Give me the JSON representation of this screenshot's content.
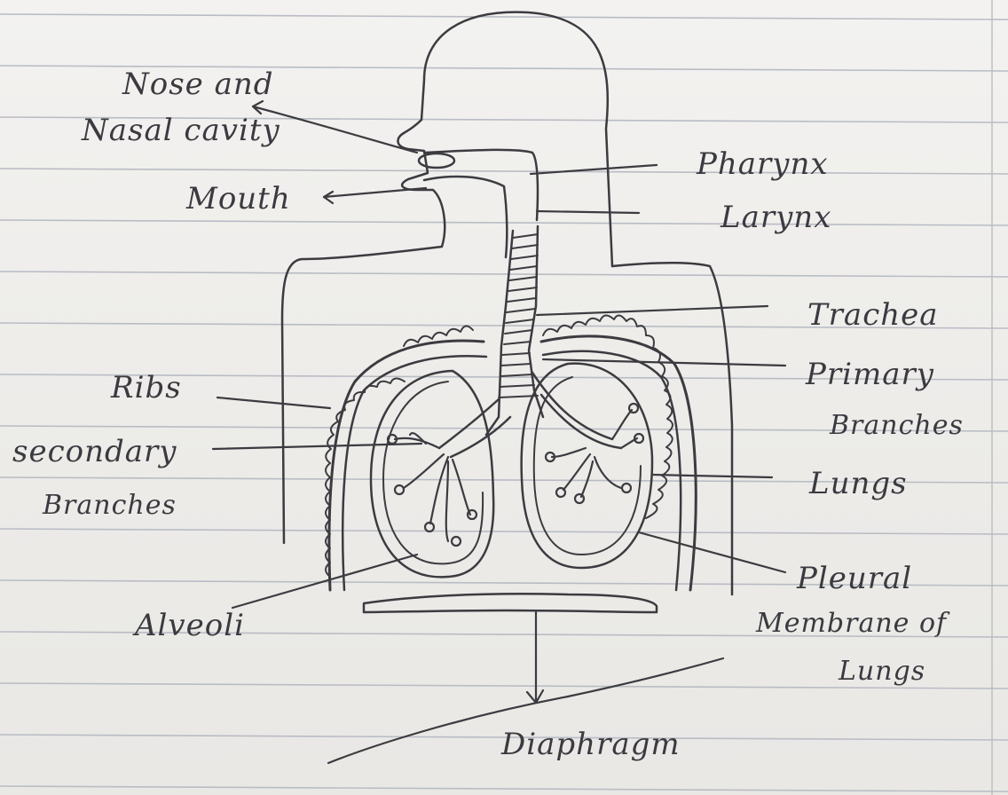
{
  "labels": {
    "nose": "Nose and",
    "nasal": "Nasal cavity",
    "mouth": "Mouth",
    "pharynx": "Pharynx",
    "larynx": "Larynx",
    "trachea": "Trachea",
    "primary1": "Primary",
    "primary2": "Branches",
    "ribs": "Ribs",
    "secondary1": "secondary",
    "secondary2": "Branches",
    "lungs": "Lungs",
    "pleural1": "Pleural",
    "pleural2": "Membrane of",
    "pleural3": "Lungs",
    "alveoli": "Alveoli",
    "diaphragm": "Diaphragm"
  },
  "colors": {
    "pencil": "#3c3b40",
    "rule": "#b9bcc4",
    "paper": "#f1f0ee"
  }
}
